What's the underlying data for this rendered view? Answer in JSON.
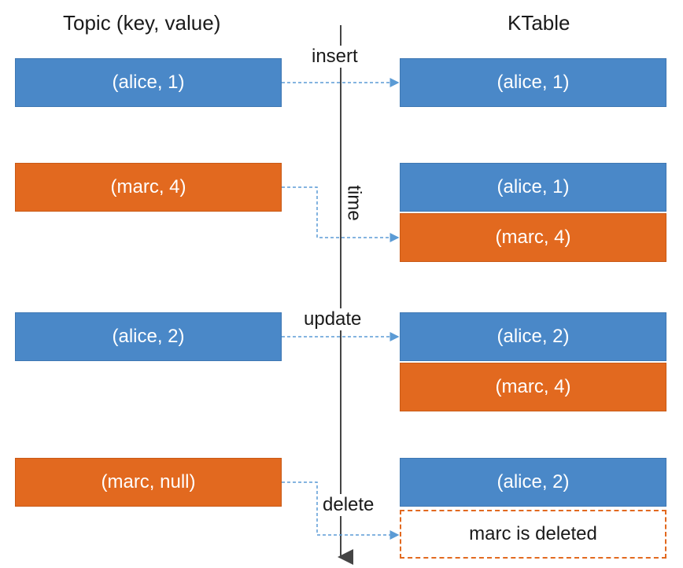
{
  "headers": {
    "topic": "Topic (key, value)",
    "ktable": "KTable"
  },
  "axis": {
    "label": "time"
  },
  "events": {
    "insert": "insert",
    "update": "update",
    "delete": "delete"
  },
  "topic_records": [
    {
      "text": "(alice, 1)",
      "color": "#4a88c8"
    },
    {
      "text": "(marc, 4)",
      "color": "#e2691f"
    },
    {
      "text": "(alice, 2)",
      "color": "#4a88c8"
    },
    {
      "text": "(marc, null)",
      "color": "#e2691f"
    }
  ],
  "ktable_states": [
    [
      {
        "text": "(alice, 1)"
      }
    ],
    [
      {
        "text": "(alice, 1)"
      },
      {
        "text": "(marc, 4)"
      }
    ],
    [
      {
        "text": "(alice, 2)"
      },
      {
        "text": "(marc, 4)"
      }
    ],
    [
      {
        "text": "(alice, 2)"
      },
      {
        "text": "marc is deleted"
      }
    ]
  ],
  "colors": {
    "blue": "#4a88c8",
    "orange": "#e2691f",
    "connector": "#5b9bd5",
    "timeline": "#444444"
  }
}
